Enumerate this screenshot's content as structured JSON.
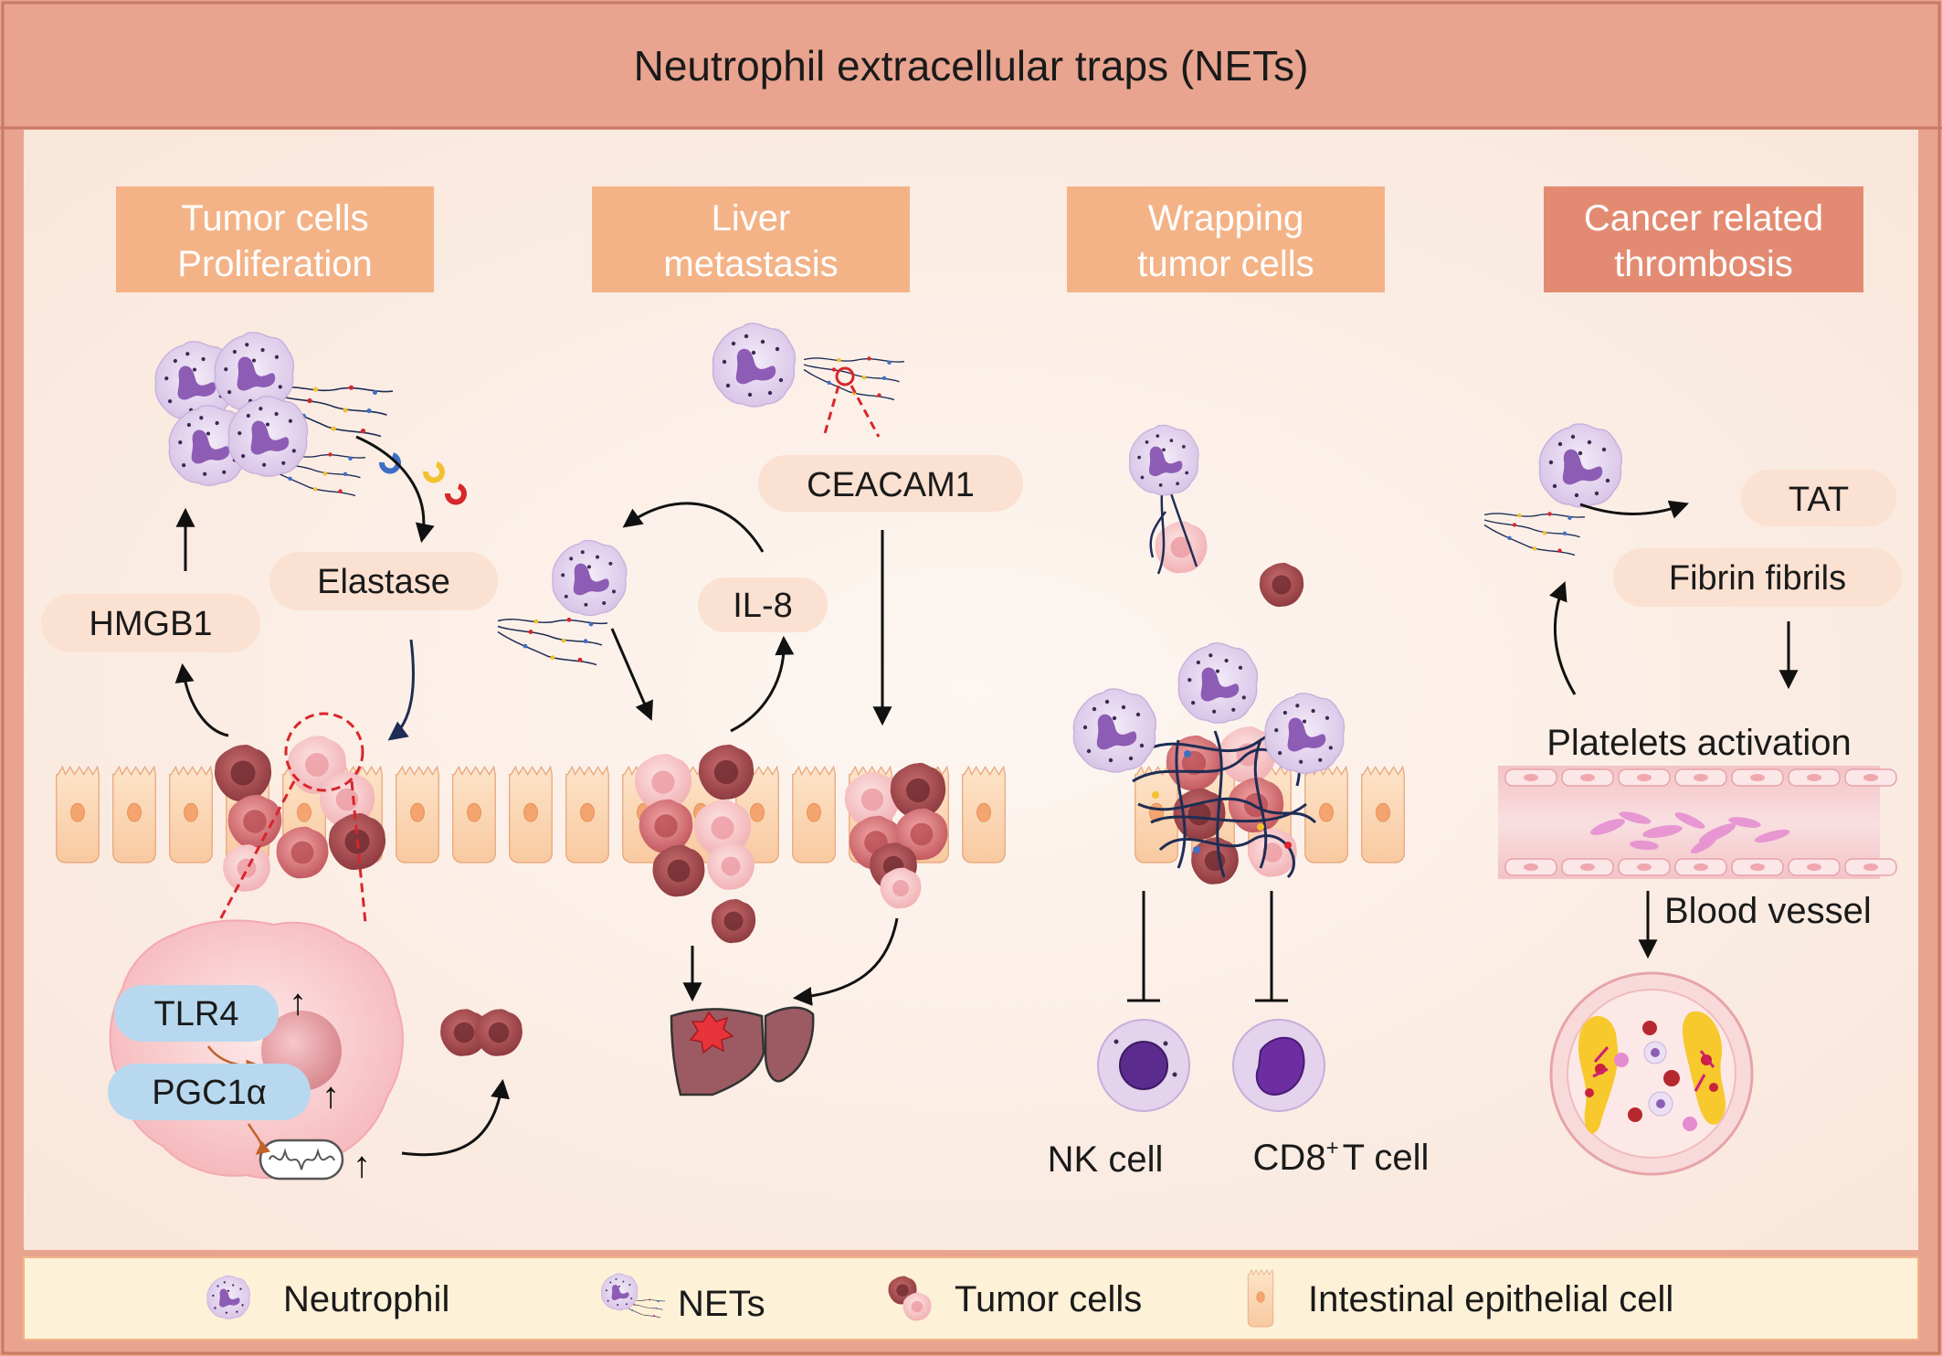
{
  "title": "Neutrophil extracellular traps (NETs)",
  "panels": [
    {
      "line1": "Tumor cells",
      "line2": "Proliferation"
    },
    {
      "line1": "Liver",
      "line2": "metastasis"
    },
    {
      "line1": "Wrapping",
      "line2": "tumor cells"
    },
    {
      "line1": "Cancer related",
      "line2": "thrombosis"
    }
  ],
  "labels": {
    "hmgb1": "HMGB1",
    "elastase": "Elastase",
    "tlr4": "TLR4",
    "pgc1a": "PGC1α",
    "il8": "IL-8",
    "ceacam1": "CEACAM1",
    "nk_cell": "NK cell",
    "cd8_prefix": "CD8",
    "cd8_sup": "+",
    "cd8_suffix": "T cell",
    "tat": "TAT",
    "fibrin": "Fibrin fibrils",
    "platelets": "Platelets activation",
    "blood_vessel": "Blood vessel",
    "up_arrow": "↑"
  },
  "legend": [
    {
      "icon": "neutrophil-icon",
      "label": "Neutrophil"
    },
    {
      "icon": "nets-icon",
      "label": "NETs"
    },
    {
      "icon": "tumor-cells-icon",
      "label": "Tumor cells"
    },
    {
      "icon": "epithelial-cell-icon",
      "label": "Intestinal epithelial cell"
    }
  ],
  "colors": {
    "frame": "#e8a48f",
    "inner_bg": "#fbeee4",
    "panel_box": "#f4b387",
    "panel_box_dark": "#e38b72",
    "pill": "#fbe1d1",
    "blue_pill": "#b8d8ef",
    "neutrophil": "#dccbe8",
    "nucleus": "#8d5cb5",
    "tumor": "#c9686b",
    "epithelium": "#fbd7b4"
  }
}
